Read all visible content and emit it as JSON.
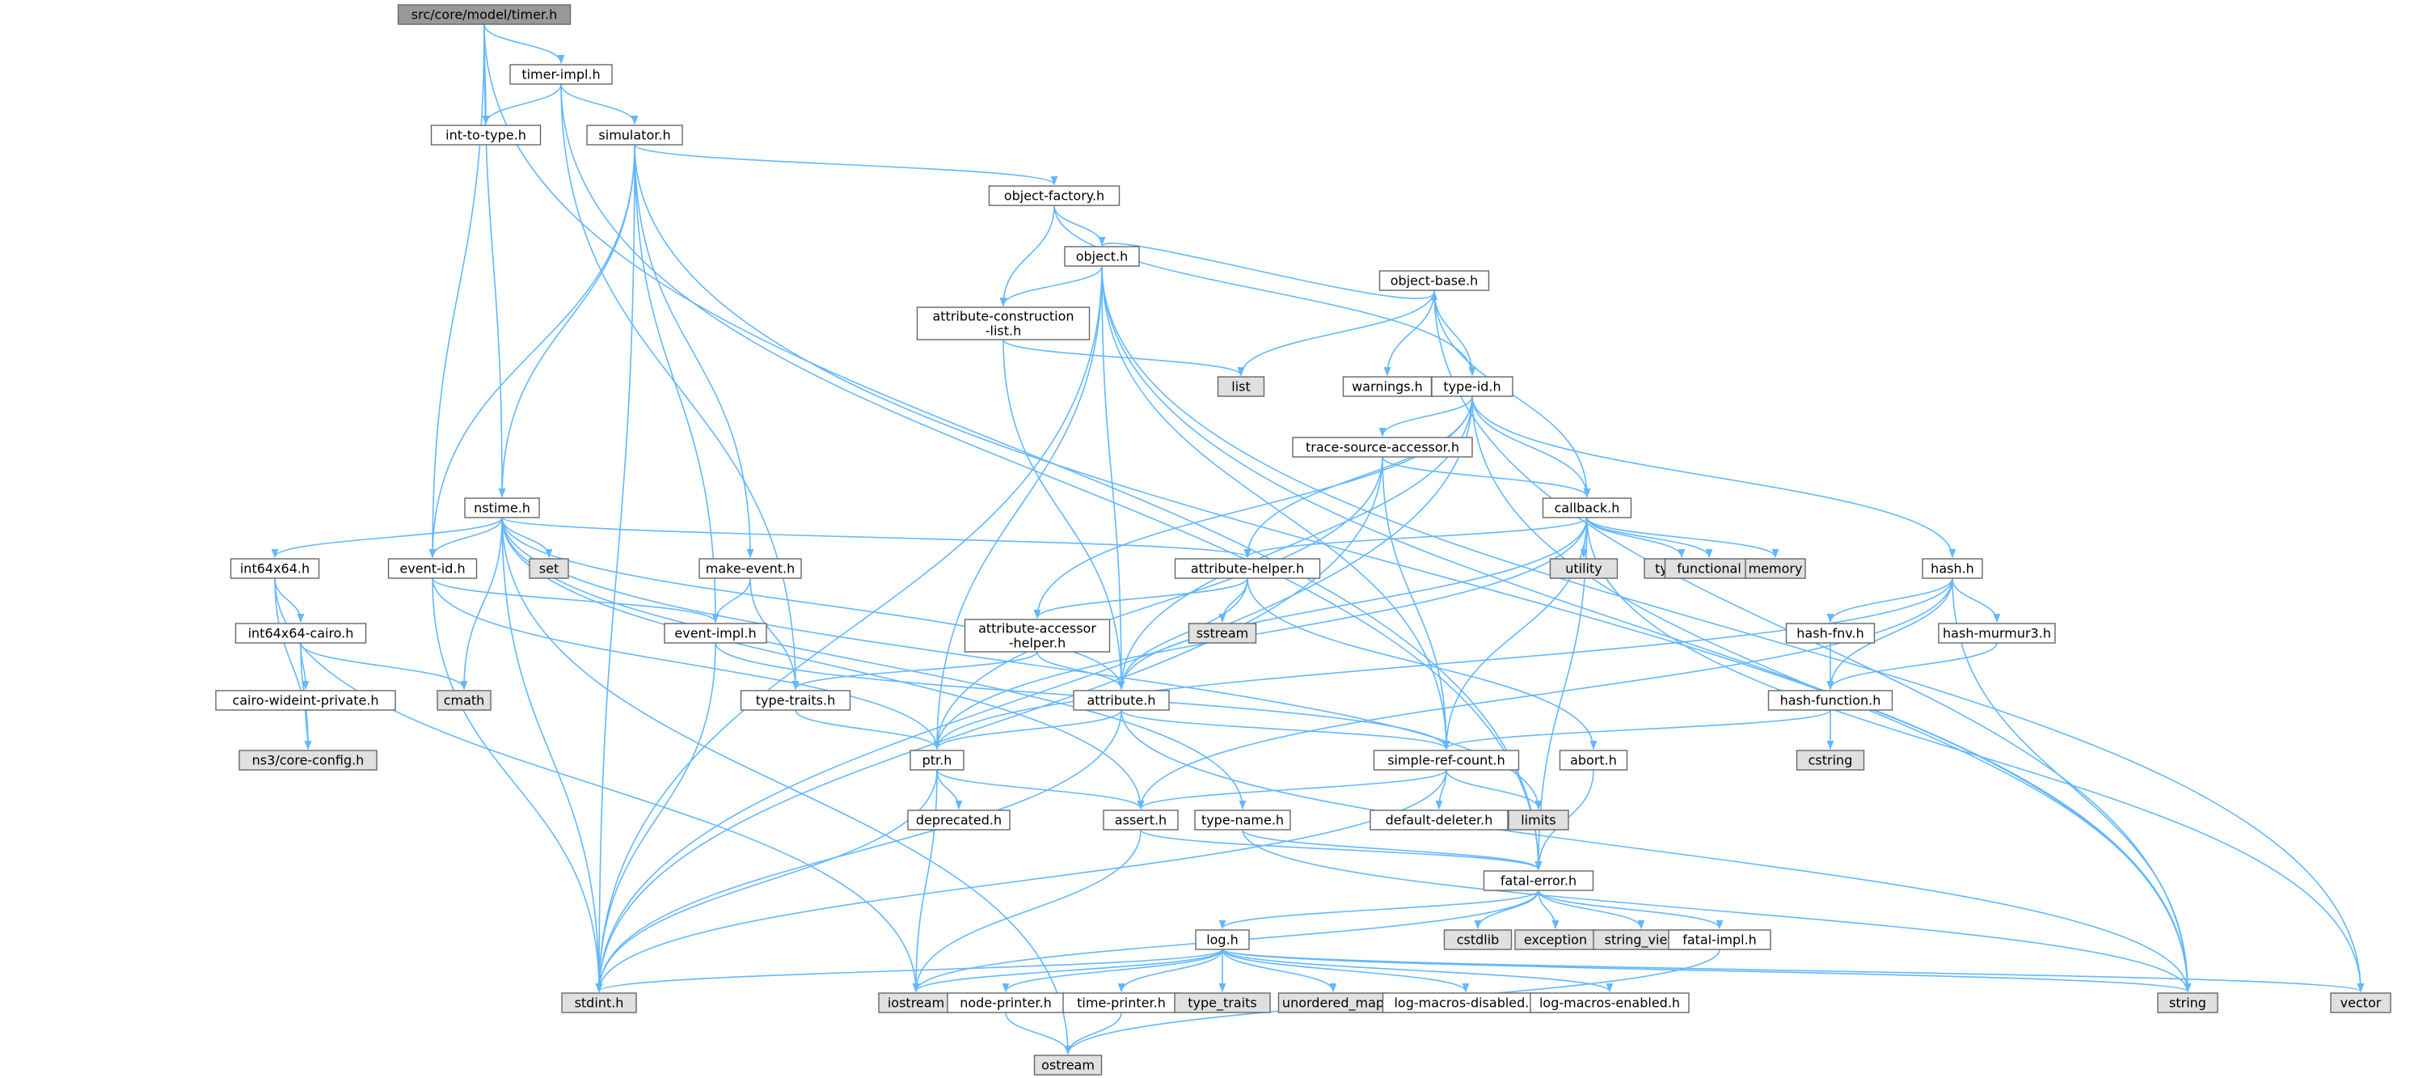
{
  "diagram": {
    "type": "include-dependency-graph",
    "colors": {
      "root_fill": "#999999",
      "header_fill": "#ffffff",
      "system_fill": "#e0e0e0",
      "node_border": "#666666",
      "edge": "#63b8ff"
    },
    "nodes": [
      {
        "id": "timer_h",
        "label": "src/core/model/timer.h",
        "kind": "root"
      },
      {
        "id": "timer_impl",
        "label": "timer-impl.h",
        "kind": "header"
      },
      {
        "id": "int_to_type",
        "label": "int-to-type.h",
        "kind": "header"
      },
      {
        "id": "simulator",
        "label": "simulator.h",
        "kind": "header"
      },
      {
        "id": "object_factory",
        "label": "object-factory.h",
        "kind": "header"
      },
      {
        "id": "object",
        "label": "object.h",
        "kind": "header"
      },
      {
        "id": "attr_construction",
        "label": "attribute-construction\n-list.h",
        "kind": "header"
      },
      {
        "id": "object_base",
        "label": "object-base.h",
        "kind": "header"
      },
      {
        "id": "list",
        "label": "list",
        "kind": "system"
      },
      {
        "id": "warnings",
        "label": "warnings.h",
        "kind": "header"
      },
      {
        "id": "type_id",
        "label": "type-id.h",
        "kind": "header"
      },
      {
        "id": "trace_source",
        "label": "trace-source-accessor.h",
        "kind": "header"
      },
      {
        "id": "callback",
        "label": "callback.h",
        "kind": "header"
      },
      {
        "id": "nstime",
        "label": "nstime.h",
        "kind": "header"
      },
      {
        "id": "int64x64",
        "label": "int64x64.h",
        "kind": "header"
      },
      {
        "id": "event_id",
        "label": "event-id.h",
        "kind": "header"
      },
      {
        "id": "set",
        "label": "set",
        "kind": "system"
      },
      {
        "id": "make_event",
        "label": "make-event.h",
        "kind": "header"
      },
      {
        "id": "attribute_helper",
        "label": "attribute-helper.h",
        "kind": "header"
      },
      {
        "id": "typeinfo",
        "label": "typeinfo",
        "kind": "system"
      },
      {
        "id": "utility",
        "label": "utility",
        "kind": "system"
      },
      {
        "id": "functional",
        "label": "functional",
        "kind": "system"
      },
      {
        "id": "memory",
        "label": "memory",
        "kind": "system"
      },
      {
        "id": "hash",
        "label": "hash.h",
        "kind": "header"
      },
      {
        "id": "sstream",
        "label": "sstream",
        "kind": "system"
      },
      {
        "id": "int64x64_cairo",
        "label": "int64x64-cairo.h",
        "kind": "header"
      },
      {
        "id": "event_impl",
        "label": "event-impl.h",
        "kind": "header"
      },
      {
        "id": "attr_accessor",
        "label": "attribute-accessor\n-helper.h",
        "kind": "header"
      },
      {
        "id": "hash_fnv",
        "label": "hash-fnv.h",
        "kind": "header"
      },
      {
        "id": "hash_murmur3",
        "label": "hash-murmur3.h",
        "kind": "header"
      },
      {
        "id": "cairo_wideint",
        "label": "cairo-wideint-private.h",
        "kind": "header"
      },
      {
        "id": "cmath",
        "label": "cmath",
        "kind": "system"
      },
      {
        "id": "type_traits_h",
        "label": "type-traits.h",
        "kind": "header"
      },
      {
        "id": "attribute",
        "label": "attribute.h",
        "kind": "header"
      },
      {
        "id": "hash_function",
        "label": "hash-function.h",
        "kind": "header"
      },
      {
        "id": "core_config",
        "label": "ns3/core-config.h",
        "kind": "system"
      },
      {
        "id": "ptr",
        "label": "ptr.h",
        "kind": "header"
      },
      {
        "id": "simple_ref",
        "label": "simple-ref-count.h",
        "kind": "header"
      },
      {
        "id": "abort",
        "label": "abort.h",
        "kind": "header"
      },
      {
        "id": "cstring",
        "label": "cstring",
        "kind": "system"
      },
      {
        "id": "deprecated",
        "label": "deprecated.h",
        "kind": "header"
      },
      {
        "id": "assert",
        "label": "assert.h",
        "kind": "header"
      },
      {
        "id": "type_name",
        "label": "type-name.h",
        "kind": "header"
      },
      {
        "id": "default_deleter",
        "label": "default-deleter.h",
        "kind": "header"
      },
      {
        "id": "limits",
        "label": "limits",
        "kind": "system"
      },
      {
        "id": "fatal_error",
        "label": "fatal-error.h",
        "kind": "header"
      },
      {
        "id": "cstdlib",
        "label": "cstdlib",
        "kind": "system"
      },
      {
        "id": "exception",
        "label": "exception",
        "kind": "system"
      },
      {
        "id": "string_view",
        "label": "string_view",
        "kind": "system"
      },
      {
        "id": "fatal_impl",
        "label": "fatal-impl.h",
        "kind": "header"
      },
      {
        "id": "log",
        "label": "log.h",
        "kind": "header"
      },
      {
        "id": "stdint",
        "label": "stdint.h",
        "kind": "system"
      },
      {
        "id": "iostream",
        "label": "iostream",
        "kind": "system"
      },
      {
        "id": "node_printer",
        "label": "node-printer.h",
        "kind": "header"
      },
      {
        "id": "time_printer",
        "label": "time-printer.h",
        "kind": "header"
      },
      {
        "id": "type_traits",
        "label": "type_traits",
        "kind": "system"
      },
      {
        "id": "unordered_map",
        "label": "unordered_map",
        "kind": "system"
      },
      {
        "id": "log_macros_disabled",
        "label": "log-macros-disabled.h",
        "kind": "header"
      },
      {
        "id": "log_macros_enabled",
        "label": "log-macros-enabled.h",
        "kind": "header"
      },
      {
        "id": "string",
        "label": "string",
        "kind": "system"
      },
      {
        "id": "vector",
        "label": "vector",
        "kind": "system"
      },
      {
        "id": "ostream",
        "label": "ostream",
        "kind": "system"
      }
    ],
    "edges": [
      [
        "timer_h",
        "timer_impl"
      ],
      [
        "timer_h",
        "int_to_type"
      ],
      [
        "timer_h",
        "event_id"
      ],
      [
        "timer_h",
        "nstime"
      ],
      [
        "timer_h",
        "fatal_error"
      ],
      [
        "timer_impl",
        "int_to_type"
      ],
      [
        "timer_impl",
        "simulator"
      ],
      [
        "timer_impl",
        "type_traits_h"
      ],
      [
        "timer_impl",
        "fatal_error"
      ],
      [
        "simulator",
        "object_factory"
      ],
      [
        "simulator",
        "nstime"
      ],
      [
        "simulator",
        "event_id"
      ],
      [
        "simulator",
        "make_event"
      ],
      [
        "simulator",
        "event_impl"
      ],
      [
        "simulator",
        "stdint"
      ],
      [
        "simulator",
        "string"
      ],
      [
        "object_factory",
        "object"
      ],
      [
        "object_factory",
        "attr_construction"
      ],
      [
        "object_factory",
        "type_id"
      ],
      [
        "object",
        "attr_construction"
      ],
      [
        "object",
        "object_base"
      ],
      [
        "object",
        "attribute"
      ],
      [
        "object",
        "ptr"
      ],
      [
        "object",
        "simple_ref"
      ],
      [
        "object",
        "stdint"
      ],
      [
        "object",
        "string"
      ],
      [
        "object",
        "vector"
      ],
      [
        "attr_construction",
        "attribute"
      ],
      [
        "attr_construction",
        "list"
      ],
      [
        "object_base",
        "type_id"
      ],
      [
        "object_base",
        "warnings"
      ],
      [
        "object_base",
        "callback"
      ],
      [
        "object_base",
        "list"
      ],
      [
        "object_base",
        "string"
      ],
      [
        "type_id",
        "attr_accessor"
      ],
      [
        "type_id",
        "attribute_helper"
      ],
      [
        "type_id",
        "callback"
      ],
      [
        "type_id",
        "hash"
      ],
      [
        "type_id",
        "trace_source"
      ],
      [
        "type_id",
        "attribute"
      ],
      [
        "type_id",
        "stdint"
      ],
      [
        "type_id",
        "string"
      ],
      [
        "trace_source",
        "callback"
      ],
      [
        "trace_source",
        "ptr"
      ],
      [
        "trace_source",
        "simple_ref"
      ],
      [
        "trace_source",
        "stdint"
      ],
      [
        "callback",
        "attribute"
      ],
      [
        "callback",
        "attribute_helper"
      ],
      [
        "callback",
        "ptr"
      ],
      [
        "callback",
        "simple_ref"
      ],
      [
        "callback",
        "fatal_error"
      ],
      [
        "callback",
        "functional"
      ],
      [
        "callback",
        "memory"
      ],
      [
        "callback",
        "typeinfo"
      ],
      [
        "callback",
        "utility"
      ],
      [
        "callback",
        "vector"
      ],
      [
        "nstime",
        "assert"
      ],
      [
        "nstime",
        "attribute"
      ],
      [
        "nstime",
        "attribute_helper"
      ],
      [
        "nstime",
        "event_id"
      ],
      [
        "nstime",
        "int64x64"
      ],
      [
        "nstime",
        "type_name"
      ],
      [
        "nstime",
        "cmath"
      ],
      [
        "nstime",
        "limits"
      ],
      [
        "nstime",
        "ostream"
      ],
      [
        "nstime",
        "set"
      ],
      [
        "nstime",
        "stdint"
      ],
      [
        "int64x64",
        "int64x64_cairo"
      ],
      [
        "int64x64",
        "core_config"
      ],
      [
        "int64x64",
        "iostream"
      ],
      [
        "int64x64_cairo",
        "cairo_wideint"
      ],
      [
        "int64x64_cairo",
        "core_config"
      ],
      [
        "int64x64_cairo",
        "cmath"
      ],
      [
        "cairo_wideint",
        "core_config"
      ],
      [
        "event_id",
        "event_impl"
      ],
      [
        "event_id",
        "ptr"
      ],
      [
        "event_id",
        "stdint"
      ],
      [
        "make_event",
        "event_impl"
      ],
      [
        "make_event",
        "type_traits_h"
      ],
      [
        "event_impl",
        "simple_ref"
      ],
      [
        "event_impl",
        "stdint"
      ],
      [
        "attribute_helper",
        "abort"
      ],
      [
        "attribute_helper",
        "attr_accessor"
      ],
      [
        "attribute_helper",
        "attribute"
      ],
      [
        "attribute_helper",
        "sstream"
      ],
      [
        "attr_accessor",
        "attribute"
      ],
      [
        "attr_accessor",
        "type_traits_h"
      ],
      [
        "type_traits_h",
        "ptr"
      ],
      [
        "attribute",
        "ptr"
      ],
      [
        "attribute",
        "simple_ref"
      ],
      [
        "attribute",
        "string"
      ],
      [
        "attribute",
        "stdint"
      ],
      [
        "hash",
        "hash_fnv"
      ],
      [
        "hash",
        "hash_function"
      ],
      [
        "hash",
        "hash_murmur3"
      ],
      [
        "hash",
        "assert"
      ],
      [
        "hash",
        "ptr"
      ],
      [
        "hash",
        "string"
      ],
      [
        "hash_fnv",
        "hash_function"
      ],
      [
        "hash_murmur3",
        "hash_function"
      ],
      [
        "hash_function",
        "simple_ref"
      ],
      [
        "hash_function",
        "cstring"
      ],
      [
        "ptr",
        "assert"
      ],
      [
        "ptr",
        "deprecated"
      ],
      [
        "ptr",
        "iostream"
      ],
      [
        "ptr",
        "stdint"
      ],
      [
        "simple_ref",
        "assert"
      ],
      [
        "simple_ref",
        "default_deleter"
      ],
      [
        "simple_ref",
        "limits"
      ],
      [
        "simple_ref",
        "stdint"
      ],
      [
        "abort",
        "fatal_error"
      ],
      [
        "assert",
        "fatal_error"
      ],
      [
        "assert",
        "iostream"
      ],
      [
        "type_name",
        "fatal_error"
      ],
      [
        "type_name",
        "string"
      ],
      [
        "fatal_error",
        "fatal_impl"
      ],
      [
        "fatal_error",
        "log"
      ],
      [
        "fatal_error",
        "cstdlib"
      ],
      [
        "fatal_error",
        "exception"
      ],
      [
        "fatal_error",
        "iostream"
      ],
      [
        "fatal_error",
        "string_view"
      ],
      [
        "fatal_impl",
        "ostream"
      ],
      [
        "log",
        "log_macros_disabled"
      ],
      [
        "log",
        "log_macros_enabled"
      ],
      [
        "log",
        "node_printer"
      ],
      [
        "log",
        "time_printer"
      ],
      [
        "log",
        "iostream"
      ],
      [
        "log",
        "stdint"
      ],
      [
        "log",
        "string"
      ],
      [
        "log",
        "type_traits"
      ],
      [
        "log",
        "unordered_map"
      ],
      [
        "log",
        "vector"
      ],
      [
        "node_printer",
        "ostream"
      ],
      [
        "time_printer",
        "ostream"
      ]
    ]
  }
}
